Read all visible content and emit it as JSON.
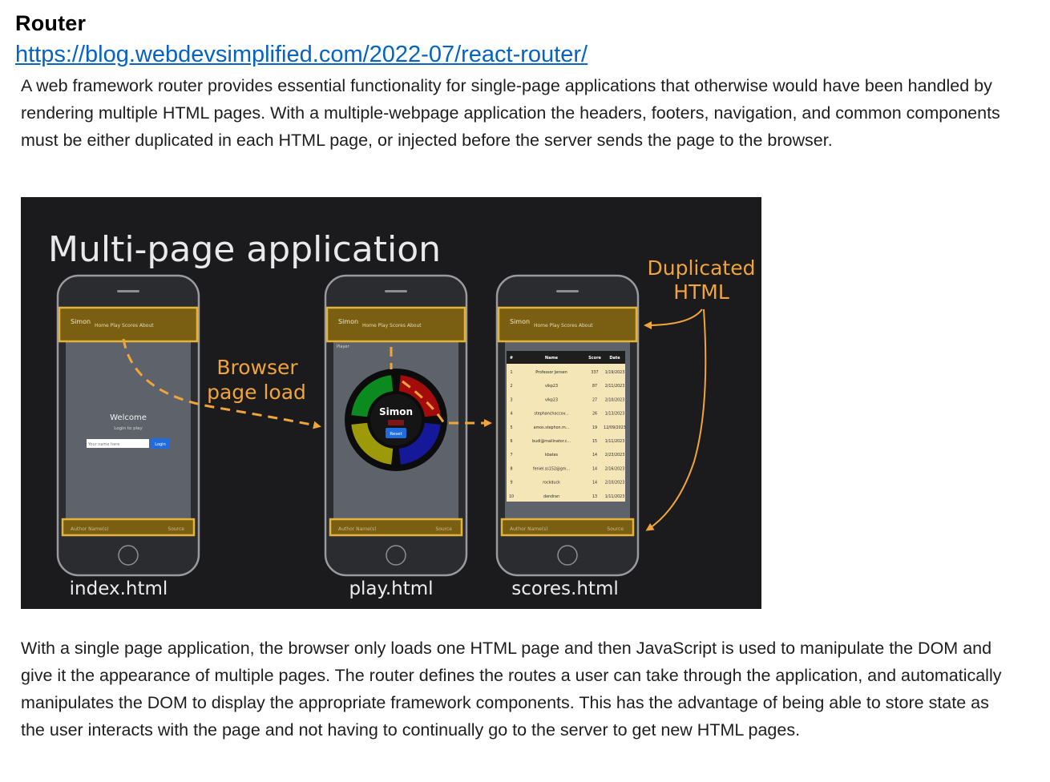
{
  "heading": "Router",
  "link": "https://blog.webdevsimplified.com/2022-07/react-router/",
  "paragraph1": "A web framework router provides essential functionality for single-page applications that otherwise would have been handled by rendering multiple HTML pages. With a multiple-webpage application the headers, footers, navigation, and common components must be either duplicated in each HTML page, or injected before the server sends the page to the browser.",
  "paragraph2": "With a single page application, the browser only loads one HTML page and then JavaScript is used to manipulate the DOM and give it the appearance of multiple pages. The router defines the routes a user can take through the application, and automatically manipulates the DOM to display the appropriate framework components. This has the advantage of being able to store state as the user interacts with the page and not having to continually go to the server to get new HTML pages.",
  "figure": {
    "title": "Multi-page application",
    "annotation_browser": [
      "Browser",
      "page load"
    ],
    "annotation_duplicated": [
      "Duplicated",
      "HTML"
    ],
    "colors": {
      "accent": "#f0a43a",
      "header_fill": "#7a5f12",
      "header_stroke": "#e2b43c",
      "screen": "#5e636b",
      "bg": "#1b1b1d"
    },
    "brand": "Simon",
    "nav": [
      "Home",
      "Play",
      "Scores",
      "About"
    ],
    "footer": [
      "Author Name(s)",
      "Source"
    ],
    "phones": [
      {
        "caption": "index.html",
        "welcome": "Welcome",
        "login_to_play": "Login to play",
        "input_placeholder": "Your name here",
        "login_button": "Login"
      },
      {
        "caption": "play.html",
        "player": "Player",
        "game_title": "Simon",
        "reset_button": "Reset"
      },
      {
        "caption": "scores.html"
      }
    ],
    "scores_table": {
      "headers": [
        "#",
        "Name",
        "Score",
        "Date"
      ],
      "rows": [
        [
          "1",
          "Professor Jensen",
          "337",
          "1/19/2023"
        ],
        [
          "2",
          "vikp23",
          "87",
          "2/11/2023"
        ],
        [
          "3",
          "vikp23",
          "27",
          "2/10/2023"
        ],
        [
          "4",
          "stephanchaccov...",
          "26",
          "1/13/2023"
        ],
        [
          "5",
          "amos.stephon.m...",
          "19",
          "12/09/2023"
        ],
        [
          "6",
          "budi@mailinator.c...",
          "15",
          "1/11/2023"
        ],
        [
          "7",
          "kbates",
          "14",
          "2/23/2023"
        ],
        [
          "8",
          "feniel.ss152@gm...",
          "14",
          "2/16/2023"
        ],
        [
          "9",
          "rockduck",
          "14",
          "2/10/2023"
        ],
        [
          "10",
          "dandran",
          "13",
          "1/11/2023"
        ]
      ]
    }
  }
}
